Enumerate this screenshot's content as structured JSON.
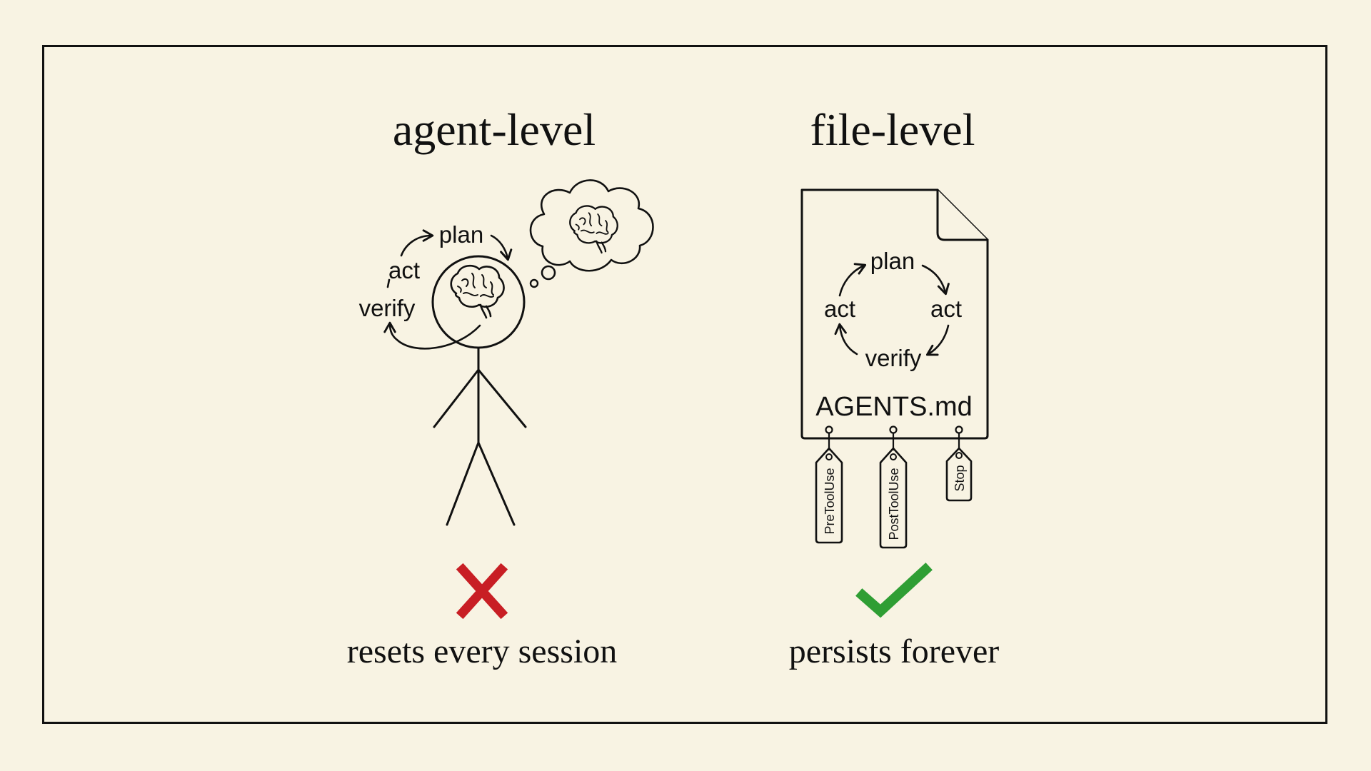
{
  "agent_level": {
    "title": "agent-level",
    "cycle": {
      "plan": "plan",
      "act": "act",
      "verify": "verify"
    },
    "icons": [
      "stick-figure",
      "brain-icon",
      "thought-bubble",
      "red-x-icon"
    ],
    "status": "resets every session",
    "status_color": "#c81e24"
  },
  "file_level": {
    "title": "file-level",
    "cycle": {
      "plan": "plan",
      "act_left": "act",
      "act_right": "act",
      "verify": "verify"
    },
    "filename": "AGENTS.md",
    "tags": [
      "PreToolUse",
      "PostToolUse",
      "Stop"
    ],
    "icons": [
      "document-icon",
      "tag-icon",
      "green-check-icon"
    ],
    "status": "persists forever",
    "status_color": "#2f9e34"
  },
  "colors": {
    "background": "#f8f3e3",
    "ink": "#111111"
  }
}
